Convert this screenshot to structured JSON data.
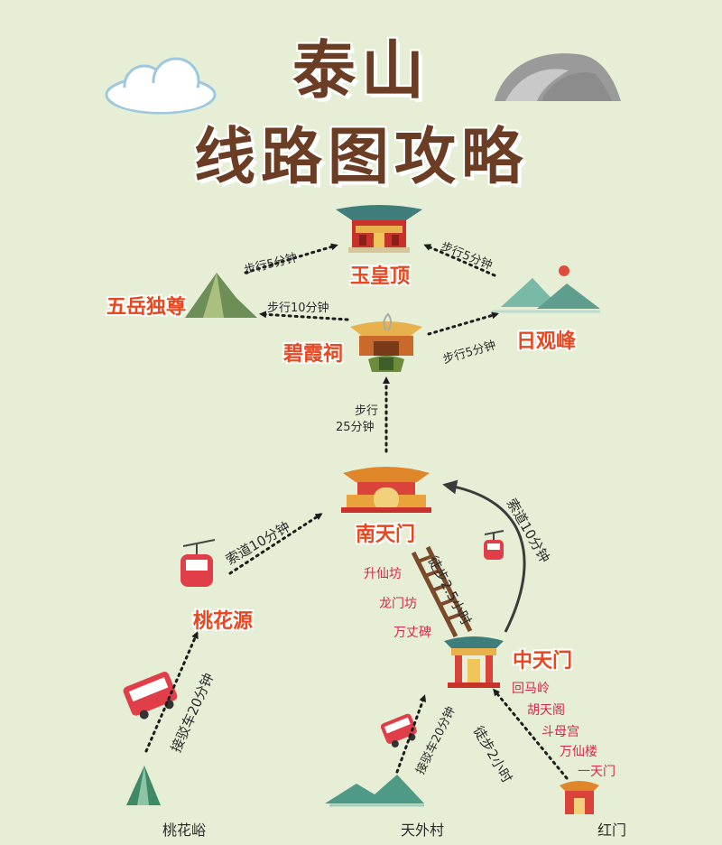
{
  "title": {
    "line1": "泰山",
    "line2": "线路图攻略"
  },
  "places": {
    "yuhuangding": "玉皇顶",
    "wuyueduzun": "五岳独尊",
    "riguanfeng": "日观峰",
    "bixiaci": "碧霞祠",
    "nantianmen": "南天门",
    "taohuayuan": "桃花源",
    "zhongtianmen": "中天门"
  },
  "routes": {
    "to_yuhuangding_left": "步行5分钟",
    "to_yuhuangding_right": "步行5分钟",
    "to_wuyue": "步行10分钟",
    "to_riguan": "步行5分钟",
    "to_bixia_line1": "步行",
    "to_bixia_line2": "25分钟",
    "taohua_cable": "索道10分钟",
    "zhongtian_cable": "索道10分钟",
    "hike_2_5": "徒步2.5小时",
    "hike_2": "徒步2小时",
    "bus_taohua": "接驳车20分钟",
    "bus_tianwai": "接驳车20分钟"
  },
  "upper_sights": [
    "升仙坊",
    "龙门坊",
    "万丈碑"
  ],
  "lower_sights": [
    "回马岭",
    "胡天阁",
    "斗母宫",
    "万仙楼",
    "一天门"
  ],
  "bases": {
    "taohuayu": "桃花峪",
    "tianwaicun": "天外村",
    "hongmen": "红门"
  },
  "colors": {
    "background": "#e6efd6",
    "title": "#6b3d24",
    "place": "#e8471f",
    "sight": "#d6284a",
    "highlight": "#8fd3f2"
  }
}
